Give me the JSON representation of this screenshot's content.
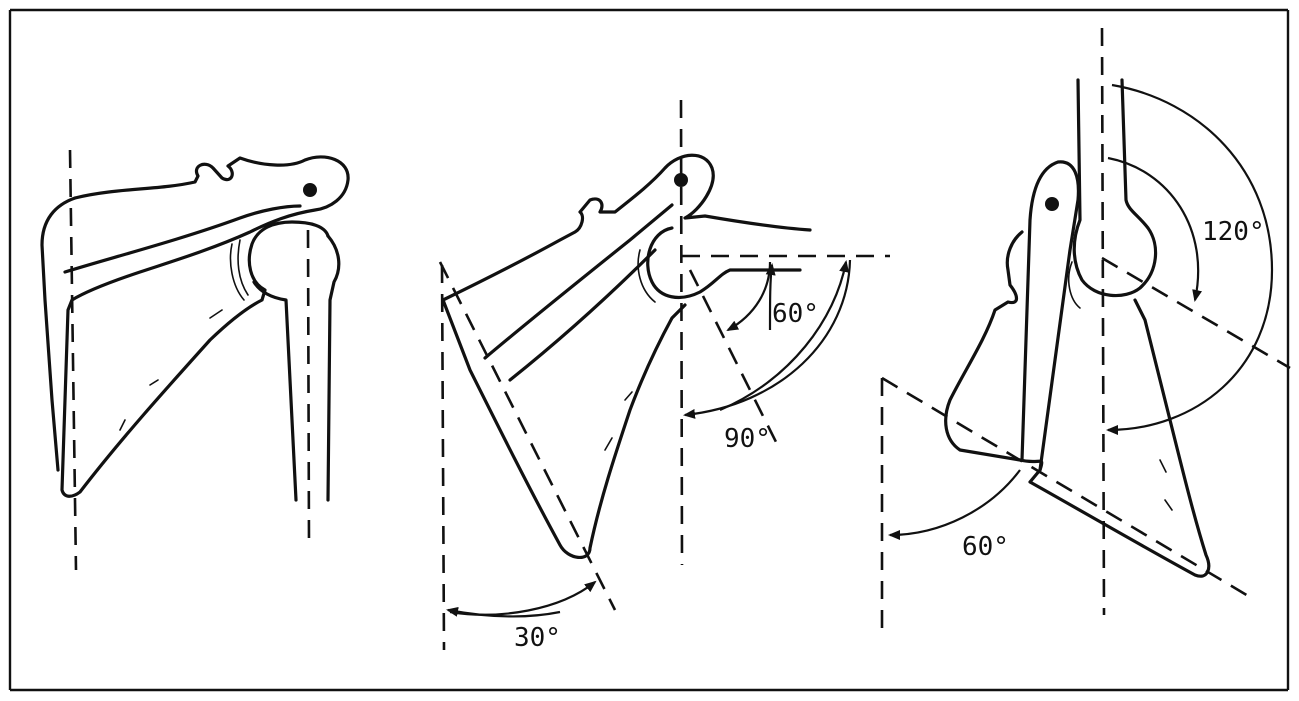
{
  "labels": {
    "middle_small_angle": "60°",
    "middle_large_angle": "90°",
    "middle_bottom_angle": "30°",
    "right_top_angle": "120°",
    "right_bottom_angle": "60°"
  },
  "colors": {
    "ink": "#111111",
    "paper": "#ffffff"
  }
}
